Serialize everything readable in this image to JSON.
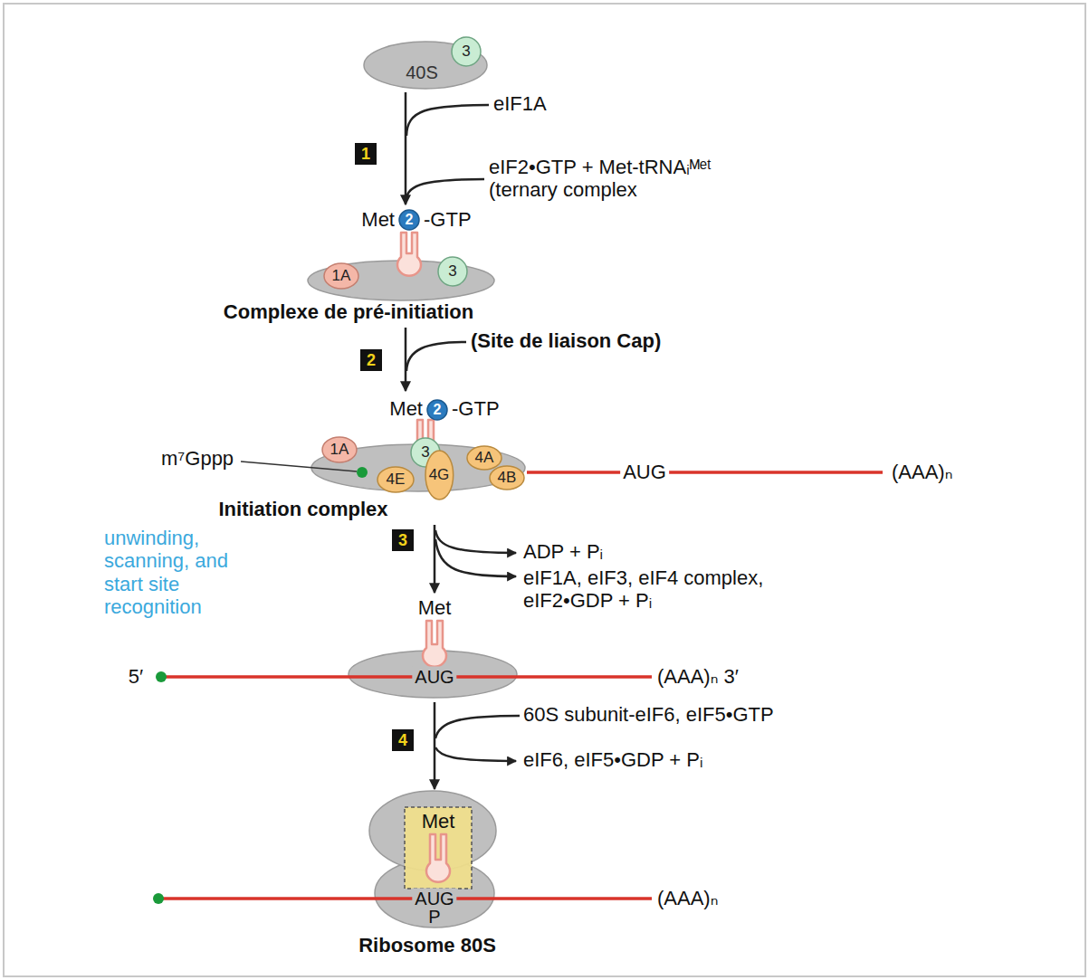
{
  "diagram": {
    "nodes": [
      {
        "text": [
          "40S"
        ]
      },
      {
        "text": [
          "3"
        ],
        "in": 0
      },
      {
        "text": [
          "1"
        ]
      },
      {
        "text": [
          "Complexe de pré-initiation"
        ]
      },
      {
        "text": [
          "2"
        ],
        "in": 3
      },
      {
        "text": [
          "1A"
        ],
        "in": 3
      },
      {
        "text": [
          "3"
        ],
        "in": 3
      },
      {
        "text": [
          "2"
        ]
      },
      {
        "text": [
          "Initiation complex"
        ]
      },
      {
        "text": [
          "2"
        ],
        "in": 8
      },
      {
        "text": [
          "1A"
        ],
        "in": 8
      },
      {
        "text": [
          "3"
        ],
        "in": 8
      },
      {
        "text": [
          "4E"
        ],
        "in": 8
      },
      {
        "text": [
          "4G"
        ],
        "in": 8
      },
      {
        "text": [
          "4A"
        ],
        "in": 8
      },
      {
        "text": [
          "4B"
        ],
        "in": 8
      },
      {
        "text": [
          "3"
        ]
      },
      {
        "text": [
          "AUG"
        ]
      },
      {
        "text": [
          "4"
        ]
      },
      {
        "text": [
          "Met",
          "AUG",
          "P",
          "Ribosome 80S"
        ]
      }
    ],
    "edges": [
      {
        "from": 0,
        "to": 3,
        "arrow": "to"
      },
      {
        "from": 3,
        "to": 8,
        "arrow": "to"
      },
      {
        "from": 8,
        "to": 17,
        "arrow": "to"
      },
      {
        "from": 17,
        "to": 19,
        "arrow": "to"
      }
    ],
    "labels": [
      "eIF1A",
      "eIF2•GTP + Met-tRNAᵢᴹᵉᵗ (ternary complex",
      "Met",
      "-GTP",
      "(Site de liaison Cap)",
      "Met",
      "-GTP",
      "m⁷Gppp",
      "AUG",
      "(AAA)ₙ",
      "unwinding, scanning, and start site recognition",
      "ADP + Pᵢ",
      "eIF1A, eIF3, eIF4 complex, eIF2•GDP + Pᵢ",
      "Met",
      "5′",
      "(AAA)ₙ 3′",
      "60S subunit-eIF6, eIF5•GTP",
      "eIF6, eIF5•GDP + Pᵢ",
      "(AAA)ₙ"
    ]
  }
}
